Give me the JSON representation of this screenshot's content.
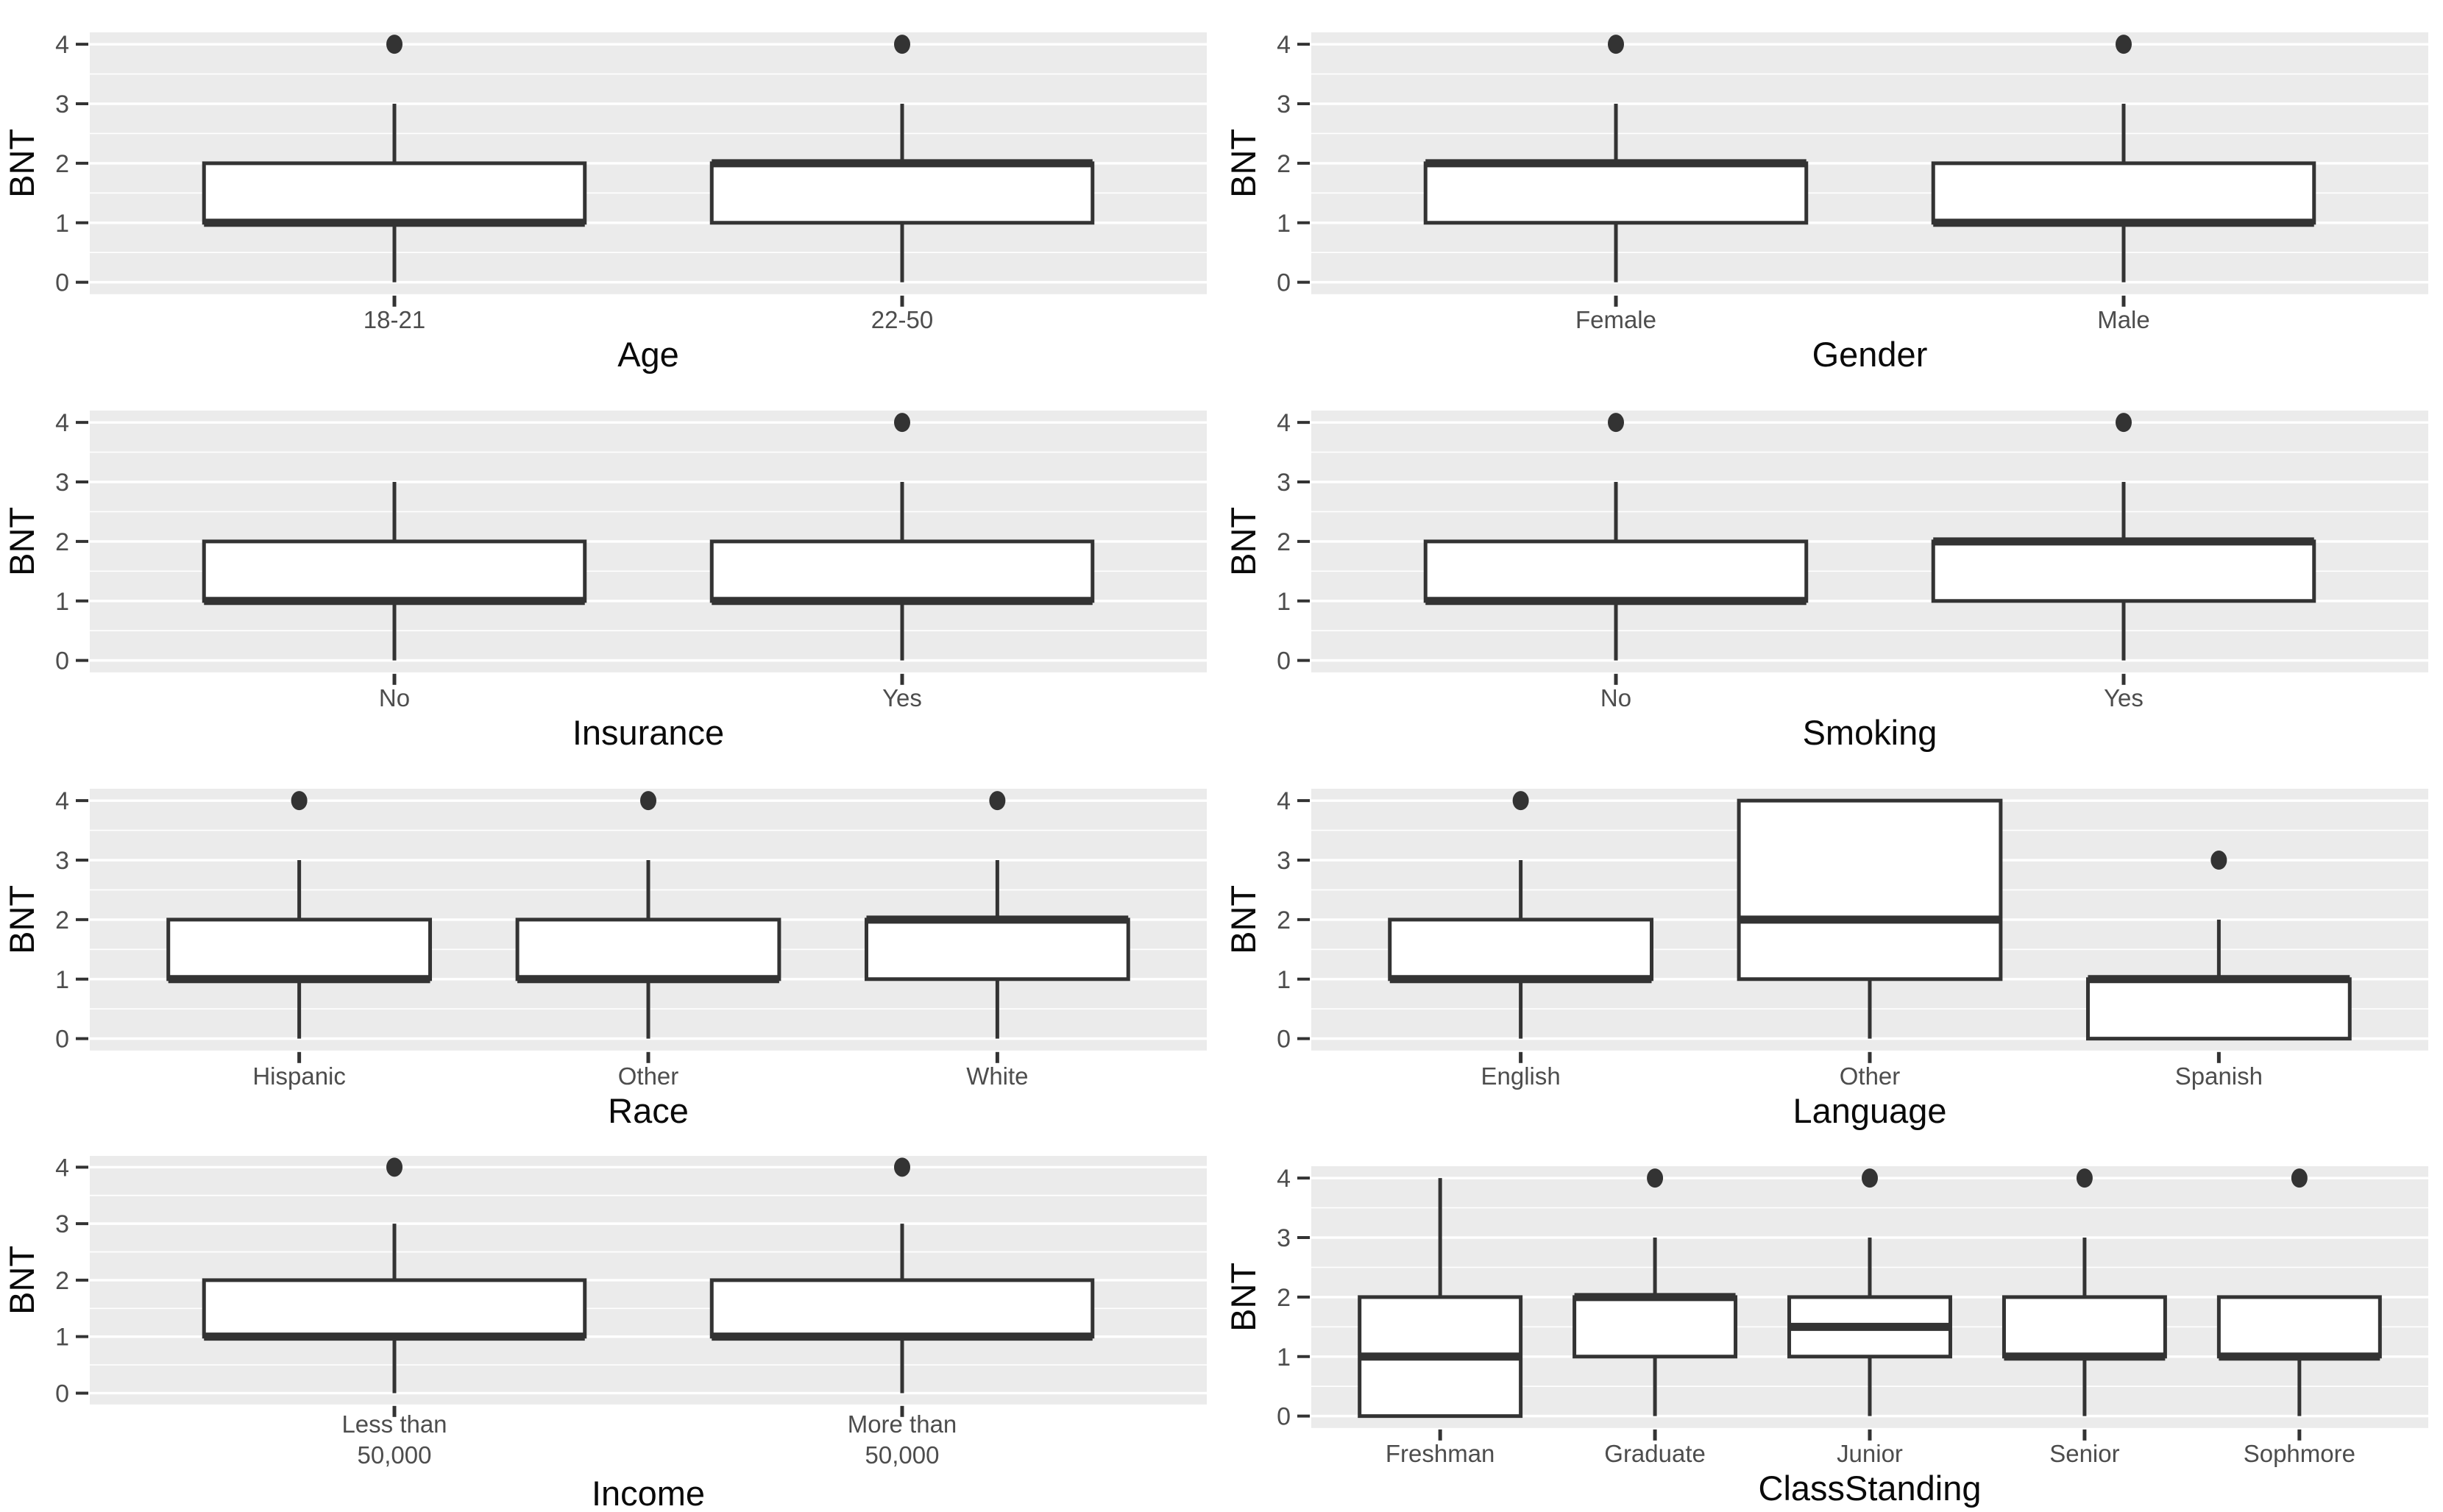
{
  "figure": {
    "background": "#FFFFFF",
    "panel_background": "#EBEBEB",
    "grid_color": "#FFFFFF",
    "box_stroke_color": "#333333",
    "box_fill": "#FFFFFF",
    "outlier_color": "#333333",
    "tick_label_color": "#4D4D4D",
    "axis_title_color": "#0A0A0A",
    "y_axis_label": "BNT",
    "y_ticks": [
      0,
      1,
      2,
      3,
      4
    ],
    "y_limits_expanded": [
      -0.2,
      4.2
    ]
  },
  "chart_data": [
    {
      "type": "box",
      "xlabel": "Age",
      "ylabel": "BNT",
      "ylim": [
        0,
        4
      ],
      "categories": [
        "18-21",
        "22-50"
      ],
      "boxes": [
        {
          "category": "18-21",
          "q1": 1,
          "median": 1,
          "q3": 2,
          "whisker_low": 0,
          "whisker_high": 3,
          "outliers": [
            4
          ]
        },
        {
          "category": "22-50",
          "q1": 1,
          "median": 2,
          "q3": 2,
          "whisker_low": 0,
          "whisker_high": 3,
          "outliers": [
            4
          ]
        }
      ]
    },
    {
      "type": "box",
      "xlabel": "Gender",
      "ylabel": "BNT",
      "ylim": [
        0,
        4
      ],
      "categories": [
        "Female",
        "Male"
      ],
      "boxes": [
        {
          "category": "Female",
          "q1": 1,
          "median": 2,
          "q3": 2,
          "whisker_low": 0,
          "whisker_high": 3,
          "outliers": [
            4
          ]
        },
        {
          "category": "Male",
          "q1": 1,
          "median": 1,
          "q3": 2,
          "whisker_low": 0,
          "whisker_high": 3,
          "outliers": [
            4
          ]
        }
      ]
    },
    {
      "type": "box",
      "xlabel": "Insurance",
      "ylabel": "BNT",
      "ylim": [
        0,
        4
      ],
      "categories": [
        "No",
        "Yes"
      ],
      "boxes": [
        {
          "category": "No",
          "q1": 1,
          "median": 1,
          "q3": 2,
          "whisker_low": 0,
          "whisker_high": 3,
          "outliers": []
        },
        {
          "category": "Yes",
          "q1": 1,
          "median": 1,
          "q3": 2,
          "whisker_low": 0,
          "whisker_high": 3,
          "outliers": [
            4
          ]
        }
      ]
    },
    {
      "type": "box",
      "xlabel": "Smoking",
      "ylabel": "BNT",
      "ylim": [
        0,
        4
      ],
      "categories": [
        "No",
        "Yes"
      ],
      "boxes": [
        {
          "category": "No",
          "q1": 1,
          "median": 1,
          "q3": 2,
          "whisker_low": 0,
          "whisker_high": 3,
          "outliers": [
            4
          ]
        },
        {
          "category": "Yes",
          "q1": 1,
          "median": 2,
          "q3": 2,
          "whisker_low": 0,
          "whisker_high": 3,
          "outliers": [
            4
          ]
        }
      ]
    },
    {
      "type": "box",
      "xlabel": "Race",
      "ylabel": "BNT",
      "ylim": [
        0,
        4
      ],
      "categories": [
        "Hispanic",
        "Other",
        "White"
      ],
      "boxes": [
        {
          "category": "Hispanic",
          "q1": 1,
          "median": 1,
          "q3": 2,
          "whisker_low": 0,
          "whisker_high": 3,
          "outliers": [
            4
          ]
        },
        {
          "category": "Other",
          "q1": 1,
          "median": 1,
          "q3": 2,
          "whisker_low": 0,
          "whisker_high": 3,
          "outliers": [
            4
          ]
        },
        {
          "category": "White",
          "q1": 1,
          "median": 2,
          "q3": 2,
          "whisker_low": 0,
          "whisker_high": 3,
          "outliers": [
            4
          ]
        }
      ]
    },
    {
      "type": "box",
      "xlabel": "Language",
      "ylabel": "BNT",
      "ylim": [
        0,
        4
      ],
      "categories": [
        "English",
        "Other",
        "Spanish"
      ],
      "boxes": [
        {
          "category": "English",
          "q1": 1,
          "median": 1,
          "q3": 2,
          "whisker_low": 0,
          "whisker_high": 3,
          "outliers": [
            4
          ]
        },
        {
          "category": "Other",
          "q1": 1,
          "median": 2,
          "q3": 4,
          "whisker_low": 0,
          "whisker_high": 4,
          "outliers": []
        },
        {
          "category": "Spanish",
          "q1": 0,
          "median": 1,
          "q3": 1,
          "whisker_low": 0,
          "whisker_high": 2,
          "outliers": [
            3
          ]
        }
      ]
    },
    {
      "type": "box",
      "xlabel": "Income",
      "ylabel": "BNT",
      "ylim": [
        0,
        4
      ],
      "categories": [
        "Less than\n50,000",
        "More than\n50,000"
      ],
      "boxes": [
        {
          "category": "Less than\n50,000",
          "q1": 1,
          "median": 1,
          "q3": 2,
          "whisker_low": 0,
          "whisker_high": 3,
          "outliers": [
            4
          ]
        },
        {
          "category": "More than\n50,000",
          "q1": 1,
          "median": 1,
          "q3": 2,
          "whisker_low": 0,
          "whisker_high": 3,
          "outliers": [
            4
          ]
        }
      ]
    },
    {
      "type": "box",
      "xlabel": "ClassStanding",
      "ylabel": "BNT",
      "ylim": [
        0,
        4
      ],
      "categories": [
        "Freshman",
        "Graduate",
        "Junior",
        "Senior",
        "Sophmore"
      ],
      "boxes": [
        {
          "category": "Freshman",
          "q1": 0,
          "median": 1,
          "q3": 2,
          "whisker_low": 0,
          "whisker_high": 4,
          "outliers": []
        },
        {
          "category": "Graduate",
          "q1": 1,
          "median": 2,
          "q3": 2,
          "whisker_low": 0,
          "whisker_high": 3,
          "outliers": [
            4
          ]
        },
        {
          "category": "Junior",
          "q1": 1,
          "median": 1.5,
          "q3": 2,
          "whisker_low": 0,
          "whisker_high": 3,
          "outliers": [
            4
          ]
        },
        {
          "category": "Senior",
          "q1": 1,
          "median": 1,
          "q3": 2,
          "whisker_low": 0,
          "whisker_high": 3,
          "outliers": [
            4
          ]
        },
        {
          "category": "Sophmore",
          "q1": 1,
          "median": 1,
          "q3": 2,
          "whisker_low": 0,
          "whisker_high": 2,
          "outliers": [
            4
          ]
        }
      ]
    }
  ]
}
